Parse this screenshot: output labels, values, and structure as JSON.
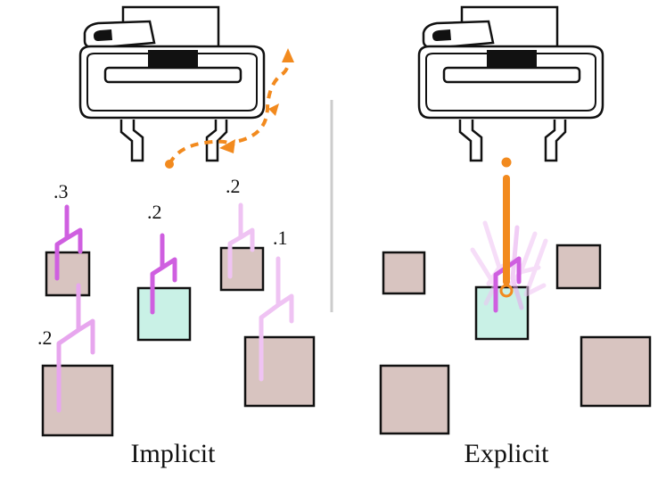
{
  "panels": {
    "left": {
      "caption": "Implicit"
    },
    "right": {
      "caption": "Explicit"
    }
  },
  "probabilities": {
    "p1": ".3",
    "p2": ".2",
    "p3": ".2",
    "p4": ".1",
    "p5": ".2"
  },
  "colors": {
    "block_fill": "#d8c4c0",
    "target_fill": "#c9f1e6",
    "outline": "#111111",
    "gripper_path": "#cf5fe0",
    "gripper_path_faint": "#efc3f3",
    "robot_motion": "#f28a1e",
    "divider": "#cccccc"
  },
  "icons": {
    "robot": "robot-scanner-icon",
    "motion": "dashed-arrow-icon",
    "gripper": "gripper-trajectory-icon"
  }
}
